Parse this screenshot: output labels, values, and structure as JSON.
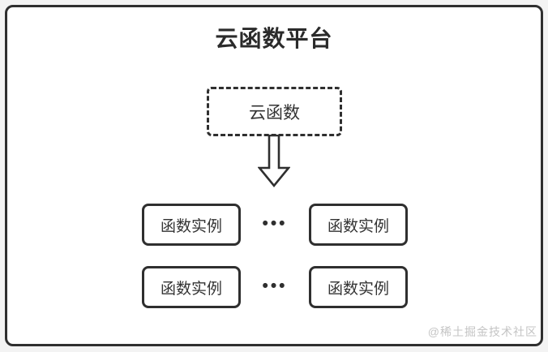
{
  "diagram": {
    "title": "云函数平台",
    "cloud_function_node": {
      "label": "云函数"
    },
    "arrow": {
      "direction": "down",
      "style": "hollow-outline"
    },
    "rows": [
      {
        "left": "函数实例",
        "ellipsis": "•••",
        "right": "函数实例"
      },
      {
        "left": "函数实例",
        "ellipsis": "•••",
        "right": "函数实例"
      }
    ],
    "watermark": "@稀土掘金技术社区",
    "colors": {
      "line": "#2f2f2f",
      "text": "#333333",
      "title_text": "#2b2b2b",
      "watermark": "#c4c4c4",
      "background": "#ffffff"
    }
  }
}
